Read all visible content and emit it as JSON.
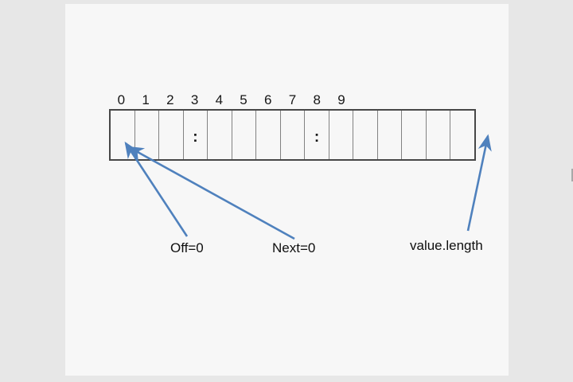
{
  "page": {
    "background_color": "#e7e7e7"
  },
  "slide": {
    "background_color": "#f7f7f7",
    "array": {
      "cells": [
        {
          "index": "0",
          "content": ""
        },
        {
          "index": "1",
          "content": ""
        },
        {
          "index": "2",
          "content": ""
        },
        {
          "index": "3",
          "content": ":"
        },
        {
          "index": "4",
          "content": ""
        },
        {
          "index": "5",
          "content": ""
        },
        {
          "index": "6",
          "content": ""
        },
        {
          "index": "7",
          "content": ""
        },
        {
          "index": "8",
          "content": ":"
        },
        {
          "index": "9",
          "content": ""
        },
        {
          "index": "",
          "content": ""
        },
        {
          "index": "",
          "content": ""
        },
        {
          "index": "",
          "content": ""
        },
        {
          "index": "",
          "content": ""
        },
        {
          "index": "",
          "content": ""
        }
      ]
    },
    "labels": {
      "off": "Off=0",
      "next": "Next=0",
      "value_length": "value.length"
    },
    "colors": {
      "arrow": "#4f81bd",
      "array_outer_border": "#474747",
      "array_divider": "#828282",
      "text": "#0f0f0f"
    }
  }
}
